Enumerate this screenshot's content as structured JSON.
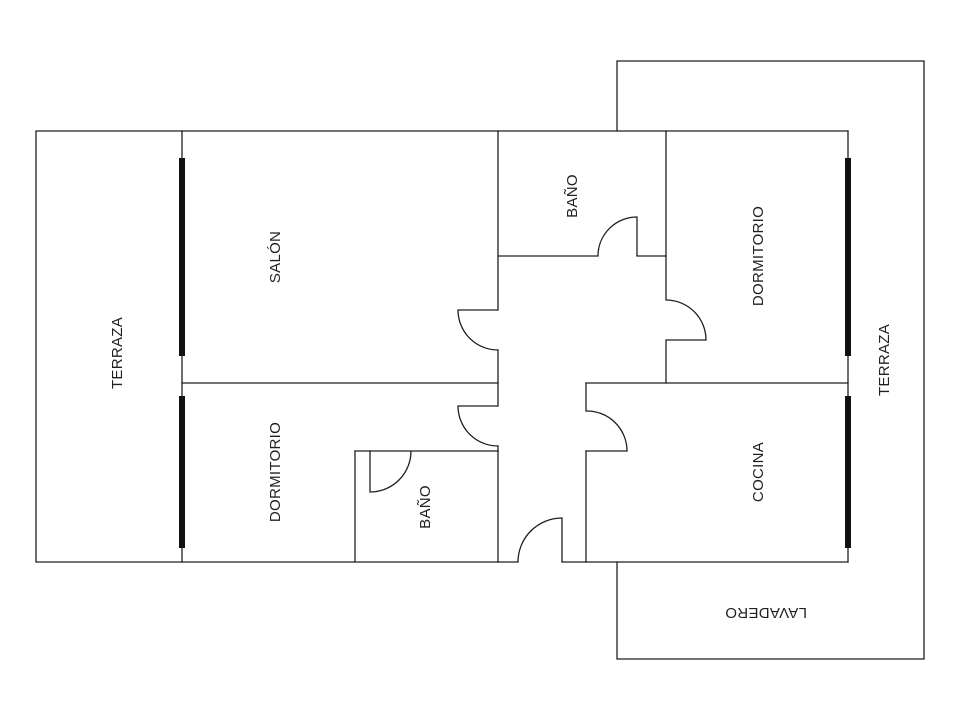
{
  "rooms": {
    "terrace_left": "TERRAZA",
    "living_room": "SALÓN",
    "bedroom_left": "DORMITORIO",
    "bathroom_left": "BAÑO",
    "bathroom_top": "BAÑO",
    "bedroom_right": "DORMITORIO",
    "kitchen": "COCINA",
    "terrace_right": "TERRAZA",
    "laundry": "LAVADERO"
  },
  "colors": {
    "wall": "#231f20",
    "window": "#111111",
    "background": "#ffffff"
  }
}
